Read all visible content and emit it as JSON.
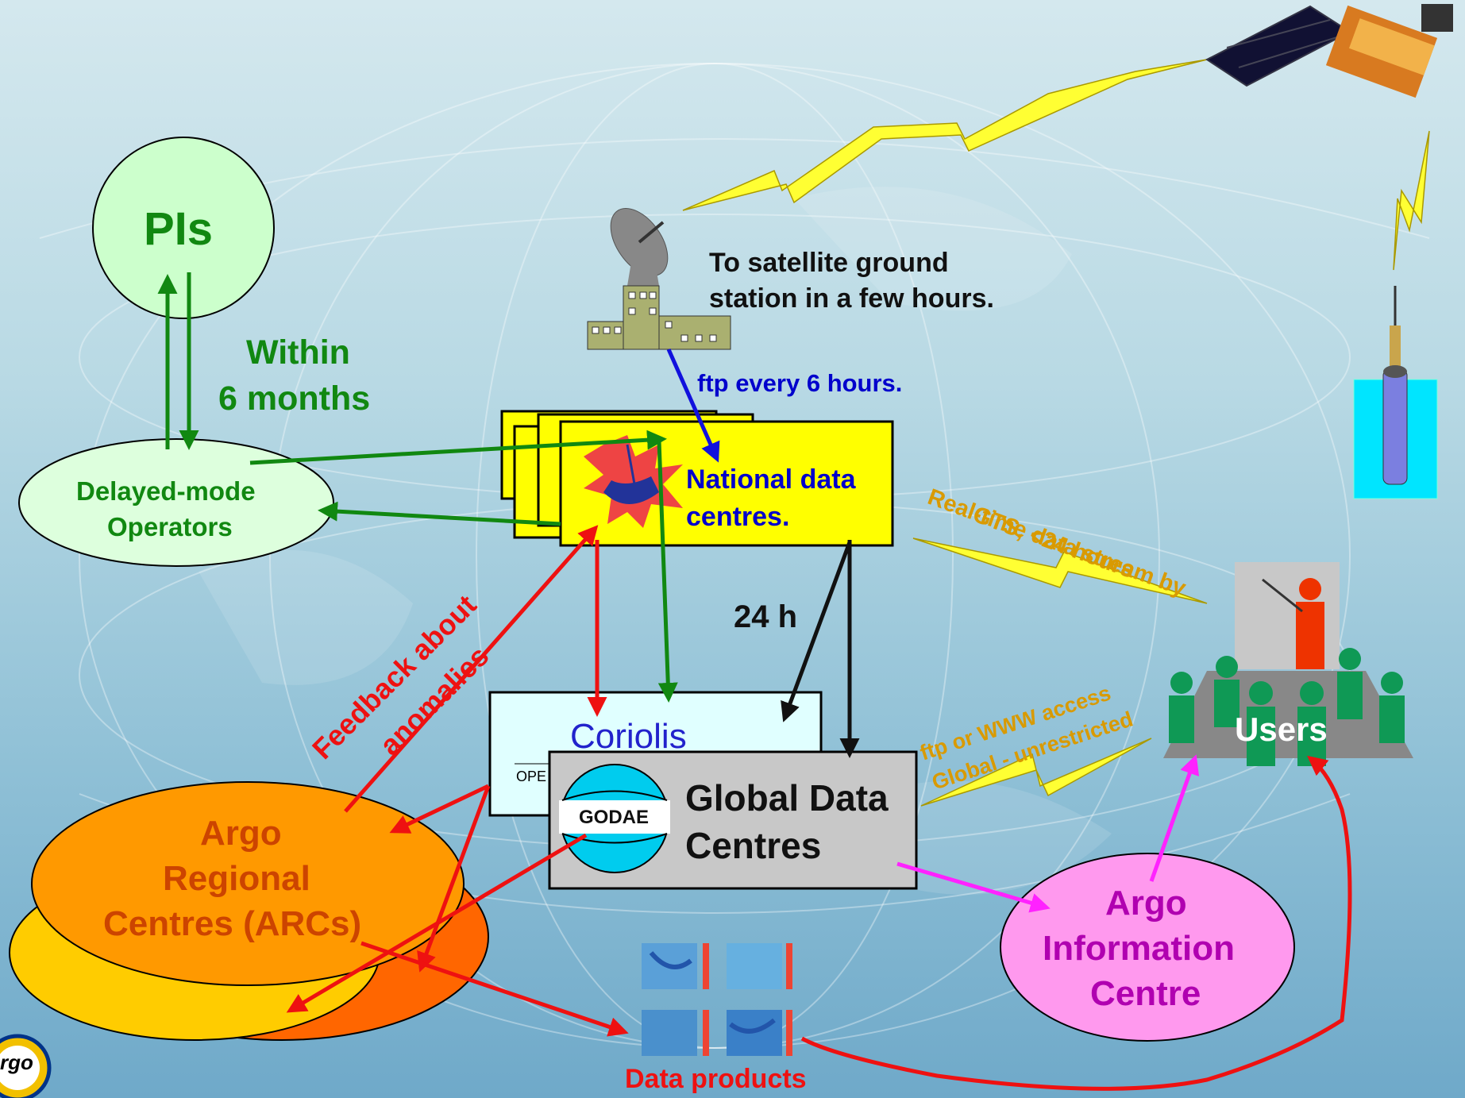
{
  "nodes": {
    "pis": {
      "label": "PIs"
    },
    "delayed_mode": {
      "label_line1": "Delayed-mode",
      "label_line2": "Operators"
    },
    "national": {
      "label_line1": "National data",
      "label_line2": "centres."
    },
    "coriolis": {
      "label": "Coriolis",
      "sub": "OPE"
    },
    "global": {
      "label_line1": "Global Data",
      "label_line2": "Centres",
      "logo_text": "GODAE"
    },
    "arcs": {
      "label_line1": "Argo",
      "label_line2": "Regional",
      "label_line3": "Centres (ARCs)"
    },
    "aic": {
      "label_line1": "Argo",
      "label_line2": "Information",
      "label_line3": "Centre"
    },
    "users": {
      "label": "Users"
    },
    "data_products": {
      "label": "Data products"
    },
    "argo_logo": {
      "text": "rgo"
    }
  },
  "annotations": {
    "within": "Within",
    "six_months": "6 months",
    "satellite_line1": "To satellite ground",
    "satellite_line2": "station in a few hours.",
    "ftp_6h": "ftp every 6 hours.",
    "h24": "24 h",
    "realtime_line1": "Real-time data stream by",
    "realtime_line2": "GTS, <24 hours",
    "ftp_www_line1": "ftp or WWW access",
    "ftp_www_line2": "Global - unrestricted",
    "feedback_line1": "Feedback about",
    "feedback_line2": "anomalies"
  },
  "colors": {
    "green_arrow": "#118811",
    "red_arrow": "#ee1111",
    "blue_arrow": "#1111dd",
    "magenta_arrow": "#ff22ff",
    "lightning": "#ffff33",
    "national_fill": "#ffff00",
    "global_fill": "#c8c8c8",
    "arcs_fill": "#ff9900",
    "aic_fill": "#ff99ee",
    "pis_fill": "#ccffcc"
  }
}
